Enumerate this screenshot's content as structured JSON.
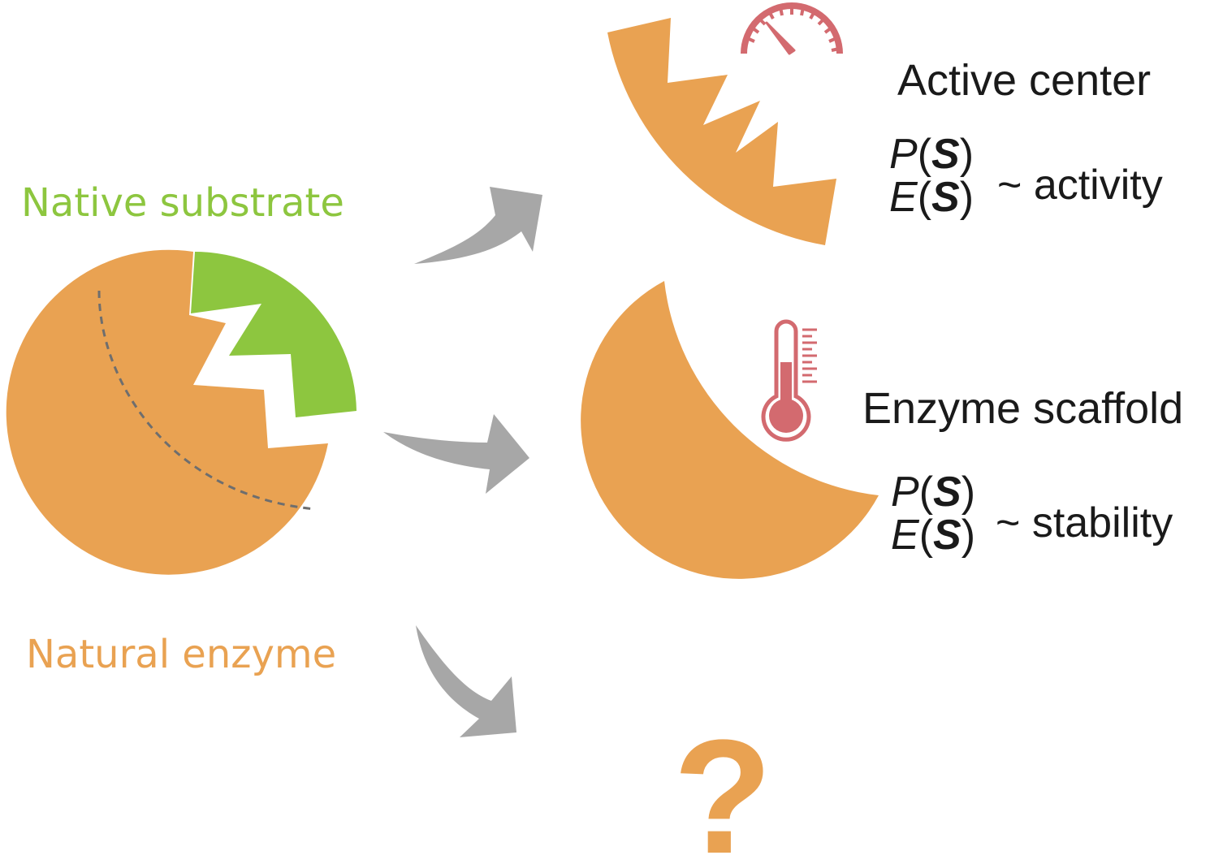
{
  "labels": {
    "native_substrate": "Native substrate",
    "natural_enzyme": "Natural enzyme",
    "active_center": "Active center",
    "enzyme_scaffold": "Enzyme scaffold",
    "question_mark": "?"
  },
  "equations": {
    "active": {
      "line1_func": "P",
      "line1_arg": "S",
      "line2_func": "E",
      "line2_arg": "S",
      "relation": "~ activity"
    },
    "scaffold": {
      "line1_func": "P",
      "line1_arg": "S",
      "line2_func": "E",
      "line2_arg": "S",
      "relation": "~ stability"
    }
  },
  "icons": [
    "speedometer-icon",
    "thermometer-icon"
  ],
  "colors": {
    "enzyme": "#e9a252",
    "substrate": "#8dc63f",
    "arrow": "#a7a7a7",
    "icon": "#d36a6f",
    "dashed": "#6e6e6e",
    "text": "#1a1a1a"
  }
}
